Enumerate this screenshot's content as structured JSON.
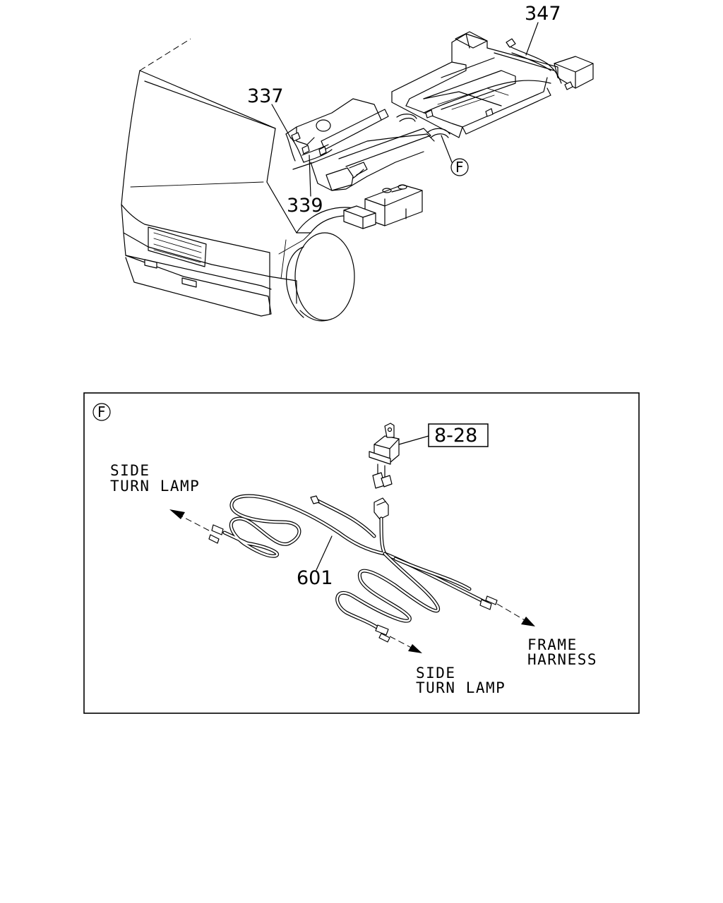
{
  "callouts": {
    "part_347": "347",
    "part_337": "337",
    "part_339": "339",
    "view_ref": "F"
  },
  "detail": {
    "view_label": "F",
    "ref_box": "8-28",
    "part_601": "601",
    "side_turn_lamp_left": [
      "SIDE",
      "TURN LAMP"
    ],
    "side_turn_lamp_bottom": [
      "SIDE",
      "TURN LAMP"
    ],
    "frame_harness": [
      "FRAME",
      "HARNESS"
    ]
  }
}
